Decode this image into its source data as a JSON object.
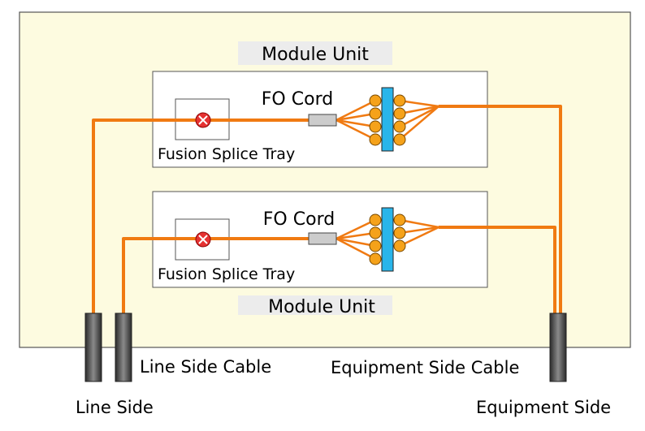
{
  "labels": {
    "module_unit_top": "Module Unit",
    "module_unit_bottom": "Module Unit",
    "fo_cord_top": "FO Cord",
    "fo_cord_bottom": "FO Cord",
    "splice_tray_top": "Fusion Splice Tray",
    "splice_tray_bottom": "Fusion Splice Tray",
    "line_side_cable": "Line Side Cable",
    "equipment_side_cable": "Equipment Side Cable",
    "line_side": "Line Side",
    "equipment_side": "Equipment Side"
  },
  "colors": {
    "cabinet_fill": "#fdfbe0",
    "fiber": "#f07a12",
    "connector": "#f5a21a",
    "adapter_panel": "#29b5ea",
    "splice_point": "#e53232",
    "cable_body": "#555555",
    "ferrule": "#cccccc",
    "label_band": "#ececec"
  },
  "icons": {
    "splice_point": "fusion-splice-x-icon",
    "connector": "connector-circle-icon"
  }
}
